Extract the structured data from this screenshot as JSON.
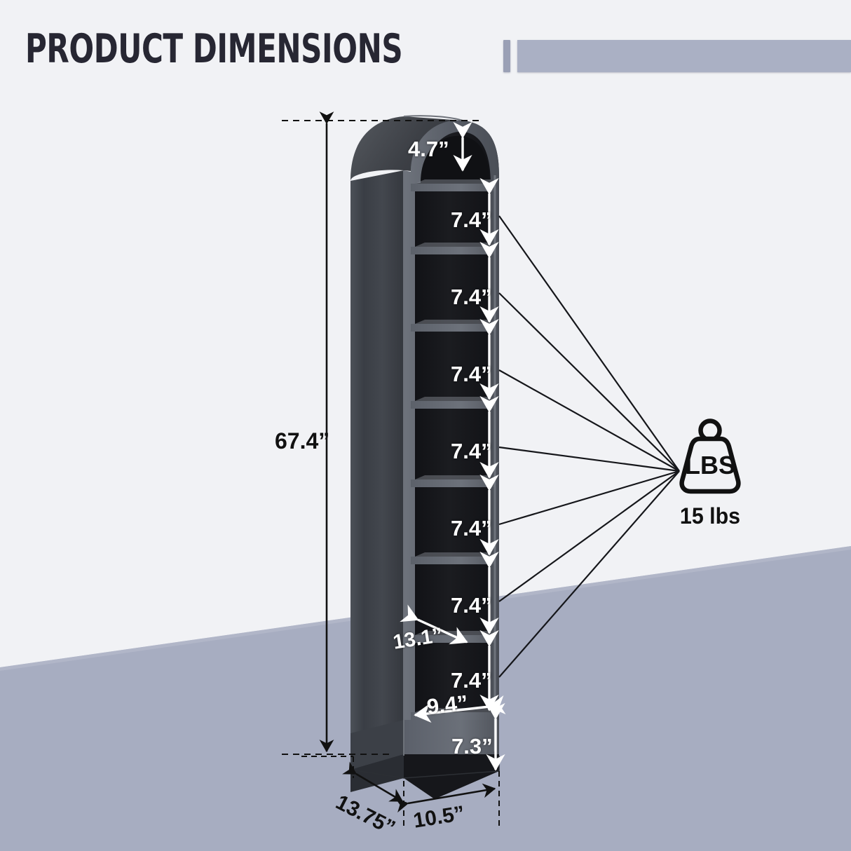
{
  "header": {
    "title": "PRODUCT DIMENSIONS",
    "rule_tick_color": "#9aa0b5",
    "rule_bar_color": "#aab0c4"
  },
  "theme": {
    "background_top": "#f1f2f5",
    "background_floor": "#a7adc1",
    "title_color": "#272733",
    "dim_text_white": "#ffffff",
    "dim_text_black": "#111111",
    "cabinet_frame": "#5c6068",
    "cabinet_side": "#3f434a",
    "cabinet_interior": "#17181b"
  },
  "weight_badge": {
    "icon": "weight-lbs-icon",
    "icon_text": "LBS",
    "label": "15 lbs"
  },
  "dimensions": {
    "total_height": "67.4”",
    "arch_opening_height": "4.7”",
    "shelf_height": "7.4”",
    "shelf_count": 7,
    "shelf_heights": [
      "7.4”",
      "7.4”",
      "7.4”",
      "7.4”",
      "7.4”",
      "7.4”",
      "7.4”"
    ],
    "interior_width": "9.4”",
    "base_height": "7.3”",
    "interior_depth": "13.1”",
    "overall_depth": "13.75”",
    "overall_width": "10.5”"
  },
  "labels": [
    {
      "name": "dim-total-height",
      "text": "67.4”"
    },
    {
      "name": "dim-arch-opening",
      "text": "4.7”"
    },
    {
      "name": "dim-shelf-1",
      "text": "7.4”"
    },
    {
      "name": "dim-shelf-2",
      "text": "7.4”"
    },
    {
      "name": "dim-shelf-3",
      "text": "7.4”"
    },
    {
      "name": "dim-shelf-4",
      "text": "7.4”"
    },
    {
      "name": "dim-shelf-5",
      "text": "7.4”"
    },
    {
      "name": "dim-shelf-6",
      "text": "7.4”"
    },
    {
      "name": "dim-shelf-7",
      "text": "7.4”"
    },
    {
      "name": "dim-interior-depth",
      "text": "13.1”"
    },
    {
      "name": "dim-interior-width",
      "text": "9.4”"
    },
    {
      "name": "dim-base-height",
      "text": "7.3”"
    },
    {
      "name": "dim-overall-depth",
      "text": "13.75”"
    },
    {
      "name": "dim-overall-width",
      "text": "10.5”"
    }
  ]
}
